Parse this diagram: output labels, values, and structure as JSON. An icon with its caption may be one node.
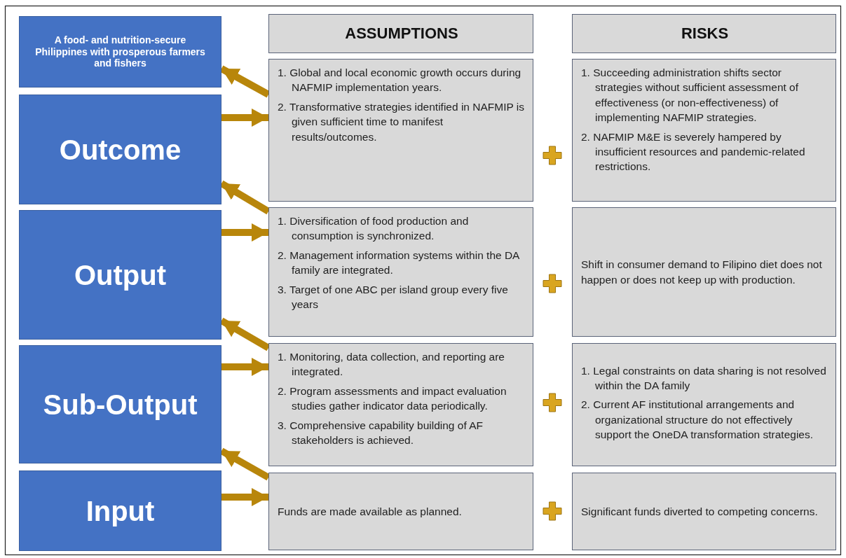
{
  "diagram": {
    "nodes": [
      {
        "text": [
          "A food- and nutrition-secure Philippines with prosperous farmers and fishers"
        ]
      },
      {
        "text": [
          "Outcome"
        ]
      },
      {
        "text": [
          "Output"
        ]
      },
      {
        "text": [
          "Sub-Output"
        ]
      },
      {
        "text": [
          "Input"
        ]
      },
      {
        "text": [
          "ASSUMPTIONS"
        ]
      },
      {
        "text": [
          "RISKS"
        ]
      },
      {
        "text": [
          "1. Global and local economic growth occurs during NAFMIP implementation years.",
          "2. Transformative strategies identified in NAFMIP is given sufficient time to manifest results/outcomes."
        ]
      },
      {
        "text": [
          "1. Succeeding administration shifts sector strategies without sufficient assessment of effectiveness (or non-effectiveness) of implementing NAFMIP strategies.",
          "2. NAFMIP M&E is severely hampered by insufficient resources and pandemic-related restrictions."
        ]
      },
      {
        "text": [
          "1. Diversification of food production and consumption is synchronized.",
          "2. Management information systems within the DA family are integrated.",
          "3. Target of one ABC per island group every five years"
        ]
      },
      {
        "text": [
          "Shift in consumer demand to Filipino diet does not happen or does not keep up with production."
        ]
      },
      {
        "text": [
          "1. Monitoring, data collection, and reporting are integrated.",
          "2. Program assessments and impact evaluation studies gather indicator data periodically.",
          "3. Comprehensive capability building of AF stakeholders is achieved."
        ]
      },
      {
        "text": [
          "1. Legal constraints on data sharing is not resolved within the DA family",
          "2. Current AF institutional arrangements and organizational structure do not effectively support the OneDA transformation strategies."
        ]
      },
      {
        "text": [
          "Funds are made available as planned."
        ]
      },
      {
        "text": [
          "Significant funds diverted to competing concerns."
        ]
      }
    ],
    "edges": [
      {
        "from": 1,
        "to": 7,
        "arrow": "to"
      },
      {
        "from": 7,
        "to": 0,
        "arrow": "to"
      },
      {
        "from": 2,
        "to": 9,
        "arrow": "to"
      },
      {
        "from": 9,
        "to": 1,
        "arrow": "to"
      },
      {
        "from": 3,
        "to": 11,
        "arrow": "to"
      },
      {
        "from": 11,
        "to": 2,
        "arrow": "to"
      },
      {
        "from": 4,
        "to": 13,
        "arrow": "to"
      },
      {
        "from": 13,
        "to": 3,
        "arrow": "to"
      }
    ]
  }
}
